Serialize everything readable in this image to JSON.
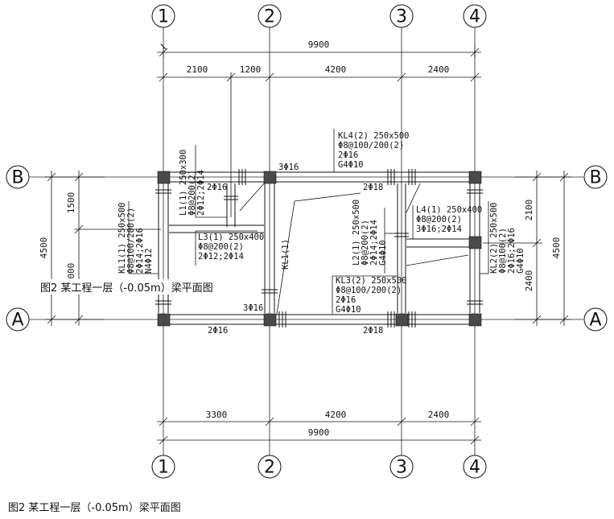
{
  "axes": {
    "columns": [
      "1",
      "2",
      "3",
      "4"
    ],
    "rows": [
      "B",
      "A"
    ]
  },
  "dimensions": {
    "top_total": "9900",
    "top_segments": [
      "2100",
      "1200",
      "4200",
      "2400"
    ],
    "bottom_segments": [
      "3300",
      "4200",
      "2400"
    ],
    "bottom_total": "9900",
    "left_total": "4500",
    "left_upper": "1500",
    "left_lower": "3000",
    "right_total": "4500",
    "right_upper": "2100",
    "right_lower": "2400"
  },
  "beams": {
    "kl4": [
      "KL4(2) 250x500",
      "Φ8@100/200(2)",
      "2Φ16",
      "G4Φ10"
    ],
    "kl1_left": [
      "KL1(1) 250x500",
      "Φ8@100/200(2)",
      "2Φ14;2Φ16",
      "N4Φ12"
    ],
    "l1": [
      "L1(1) 250x300",
      "Φ8@200(2)",
      "2Φ12;2Φ14"
    ],
    "l3": [
      "L3(1) 250x400",
      "Φ8@200(2)",
      "2Φ12;2Φ14"
    ],
    "kl1_mid": "KL1(1)",
    "l2": [
      "L2(1) 250x500",
      "Φ8@200(2)",
      "2Φ14;2Φ14",
      "G4Φ10"
    ],
    "l4": [
      "L4(1) 250x400",
      "Φ8@200(2)",
      "3Φ16;2Φ14"
    ],
    "kl3": [
      "KL3(2) 250x500",
      "Φ8@100/200(2)",
      "2Φ16",
      "G4Φ10"
    ],
    "kl2": [
      "KL2(2) 250x500",
      "Φ8@100(2)",
      "2Φ16;2Φ16",
      "G4Φ10"
    ]
  },
  "rebar": {
    "top_b12": "3Φ16",
    "top_l1": "2Φ16",
    "top_b23": "2Φ18",
    "bottom_a12_top": "3Φ16",
    "bottom_a12": "2Φ16",
    "bottom_a23": "2Φ18"
  },
  "captions": {
    "overlay": "图2 某工程一层（-0.05m）梁平面图",
    "main": "图2 某工程一层（-0.05m）梁平面图"
  }
}
